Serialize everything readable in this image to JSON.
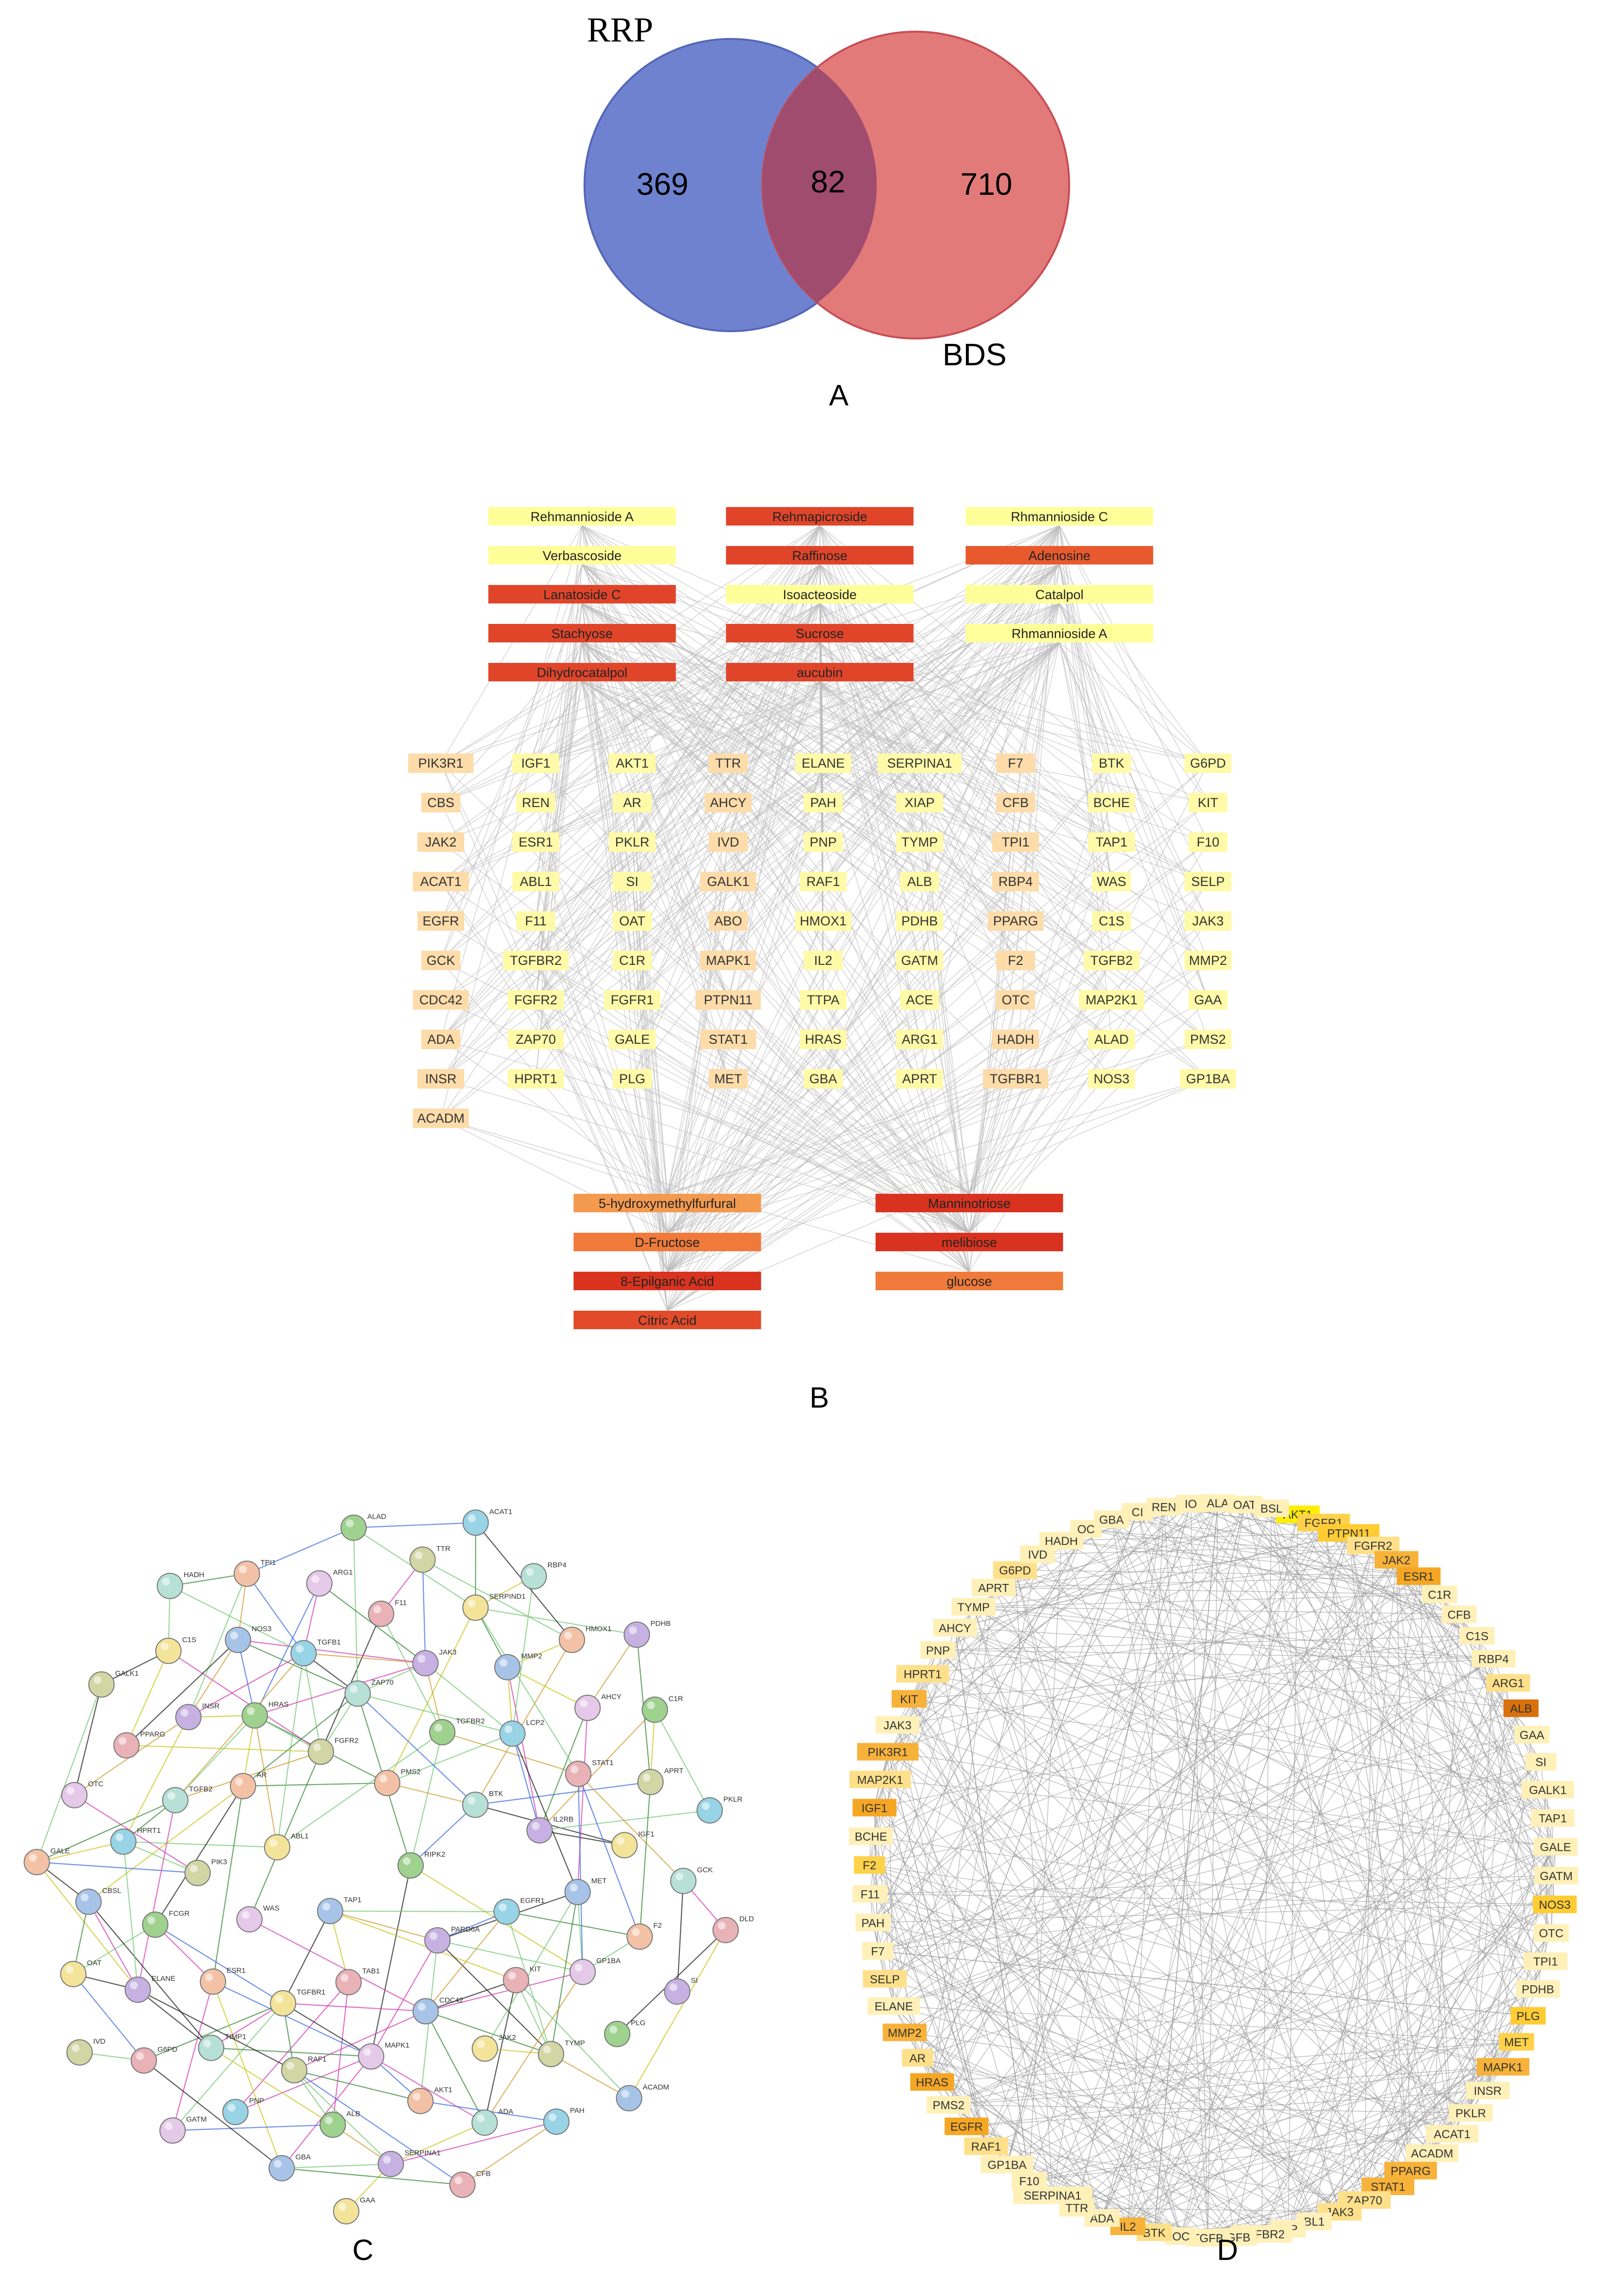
{
  "panelA": {
    "label": "A",
    "left_set": {
      "name": "RRP",
      "count": "369",
      "color": "#6f82d0"
    },
    "right_set": {
      "name": "BDS",
      "count": "710",
      "color": "#e27a7a"
    },
    "intersection": {
      "count": "82",
      "color": "#a04c6e"
    }
  },
  "panelB": {
    "label": "B",
    "top_compounds": [
      [
        {
          "name": "Rehmannioside A",
          "color": "#ffff99"
        },
        {
          "name": "Rehmapicroside",
          "color": "#e0452a"
        },
        {
          "name": "Rhmannioside C",
          "color": "#ffff99"
        }
      ],
      [
        {
          "name": "Verbascoside",
          "color": "#ffff99"
        },
        {
          "name": "Raffinose",
          "color": "#e0452a"
        },
        {
          "name": "Adenosine",
          "color": "#e85a2e"
        }
      ],
      [
        {
          "name": "Lanatoside C",
          "color": "#e0452a"
        },
        {
          "name": "Isoacteoside",
          "color": "#ffff99"
        },
        {
          "name": "Catalpol",
          "color": "#ffff99"
        }
      ],
      [
        {
          "name": "Stachyose",
          "color": "#e0452a"
        },
        {
          "name": "Sucrose",
          "color": "#e0452a"
        },
        {
          "name": "Rhmannioside A",
          "color": "#ffff99"
        }
      ],
      [
        {
          "name": "Dihydrocatalpol",
          "color": "#e0452a"
        },
        {
          "name": "aucubin",
          "color": "#e0452a"
        }
      ]
    ],
    "targets": [
      [
        "PIK3R1",
        "IGF1",
        "AKT1",
        "TTR",
        "ELANE",
        "SERPINA1",
        "F7",
        "BTK",
        "G6PD"
      ],
      [
        "CBS",
        "REN",
        "AR",
        "AHCY",
        "PAH",
        "XIAP",
        "CFB",
        "BCHE",
        "KIT"
      ],
      [
        "JAK2",
        "ESR1",
        "PKLR",
        "IVD",
        "PNP",
        "TYMP",
        "TPI1",
        "TAP1",
        "F10"
      ],
      [
        "ACAT1",
        "ABL1",
        "SI",
        "GALK1",
        "RAF1",
        "ALB",
        "RBP4",
        "WAS",
        "SELP"
      ],
      [
        "EGFR",
        "F11",
        "OAT",
        "ABO",
        "HMOX1",
        "PDHB",
        "PPARG",
        "C1S",
        "JAK3"
      ],
      [
        "GCK",
        "TGFBR2",
        "C1R",
        "MAPK1",
        "IL2",
        "GATM",
        "F2",
        "TGFB2",
        "MMP2"
      ],
      [
        "CDC42",
        "FGFR2",
        "FGFR1",
        "PTPN11",
        "TTPA",
        "ACE",
        "OTC",
        "MAP2K1",
        "GAA"
      ],
      [
        "ADA",
        "ZAP70",
        "GALE",
        "STAT1",
        "HRAS",
        "ARG1",
        "HADH",
        "ALAD",
        "PMS2"
      ],
      [
        "INSR",
        "HPRT1",
        "PLG",
        "MET",
        "GBA",
        "APRT",
        "TGFBR1",
        "NOS3",
        "GP1BA"
      ],
      [
        "ACADM"
      ]
    ],
    "bottom_compounds": [
      [
        {
          "name": "5-hydroxymethylfurfural",
          "color": "#f39a4f"
        },
        {
          "name": "Manninotriose",
          "color": "#d9331f"
        }
      ],
      [
        {
          "name": "D-Fructose",
          "color": "#ef7a3a"
        },
        {
          "name": "melibiose",
          "color": "#d9331f"
        }
      ],
      [
        {
          "name": "8-Epilganic Acid",
          "color": "#d9331f"
        },
        {
          "name": "glucose",
          "color": "#ef7a3a"
        }
      ],
      [
        {
          "name": "Citric Acid",
          "color": "#e24a2a"
        }
      ]
    ]
  },
  "panelC": {
    "label": "C",
    "nodes": [
      "RIPK2",
      "TAP1",
      "PMS2",
      "PARD6A",
      "ABL1",
      "BTK",
      "TAB1",
      "FGFR2",
      "EGFR1",
      "WAS",
      "TGFBR2",
      "CDC42",
      "AR",
      "IL2RB",
      "TGFBR1",
      "ZAP70",
      "KIT",
      "PIK3",
      "LCP2",
      "MAPK1",
      "HRAS",
      "MET",
      "ESR1",
      "JAK3",
      "JAK2",
      "TGFB2",
      "STAT1",
      "RAF1",
      "TGFB1",
      "GP1BA",
      "FCGR",
      "MMP2",
      "AKT1",
      "INSR",
      "IGF1",
      "TIMP1",
      "F11",
      "TYMP",
      "HPRT1",
      "AHCY",
      "ALB",
      "NOS3",
      "F2",
      "ELANE",
      "SERPIND1",
      "ADA",
      "PPARG",
      "APRT",
      "PNP",
      "ARG1",
      "PLG",
      "CBSL",
      "HMOX1",
      "SERPINA1",
      "C1S",
      "GCK",
      "G6PD",
      "TTR",
      "PAH",
      "OTC",
      "C1R",
      "GBA",
      "TPI1",
      "SI",
      "OAT",
      "RBP4",
      "CFB",
      "GALK1",
      "PKLR",
      "GATM",
      "ALAD",
      "ACADM",
      "GALE",
      "PDHB",
      "GAA",
      "HADH",
      "DLD",
      "IVD",
      "ACAT1"
    ]
  },
  "panelD": {
    "label": "D",
    "nodes": [
      {
        "name": "AKT1",
        "color": "#ffee00"
      },
      {
        "name": "FGFR1",
        "color": "#ffd24a"
      },
      {
        "name": "PTPN11",
        "color": "#ffcc33"
      },
      {
        "name": "FGFR2",
        "color": "#ffe08a"
      },
      {
        "name": "JAK2",
        "color": "#f7b23a"
      },
      {
        "name": "ESR1",
        "color": "#f5a623"
      },
      {
        "name": "C1R",
        "color": "#fff0b8"
      },
      {
        "name": "CFB",
        "color": "#fff0b8"
      },
      {
        "name": "C1S",
        "color": "#fff0b8"
      },
      {
        "name": "RBP4",
        "color": "#fff0b8"
      },
      {
        "name": "ARG1",
        "color": "#ffe08a"
      },
      {
        "name": "ALB",
        "color": "#d9700c"
      },
      {
        "name": "GAA",
        "color": "#fff0b8"
      },
      {
        "name": "SI",
        "color": "#fff0b8"
      },
      {
        "name": "GALK1",
        "color": "#fff0b8"
      },
      {
        "name": "TAP1",
        "color": "#fff0b8"
      },
      {
        "name": "GALE",
        "color": "#fff0b8"
      },
      {
        "name": "GATM",
        "color": "#fff0b8"
      },
      {
        "name": "NOS3",
        "color": "#ffcc33"
      },
      {
        "name": "OTC",
        "color": "#fff0b8"
      },
      {
        "name": "TPI1",
        "color": "#fff0b8"
      },
      {
        "name": "PDHB",
        "color": "#fff0b8"
      },
      {
        "name": "PLG",
        "color": "#ffcc33"
      },
      {
        "name": "MET",
        "color": "#ffd24a"
      },
      {
        "name": "MAPK1",
        "color": "#f7b23a"
      },
      {
        "name": "INSR",
        "color": "#fff0b8"
      },
      {
        "name": "PKLR",
        "color": "#fff0b8"
      },
      {
        "name": "ACAT1",
        "color": "#fff0b8"
      },
      {
        "name": "ACADM",
        "color": "#fff0b8"
      },
      {
        "name": "PPARG",
        "color": "#f7b23a"
      },
      {
        "name": "STAT1",
        "color": "#f7b23a"
      },
      {
        "name": "ZAP70",
        "color": "#ffe08a"
      },
      {
        "name": "JAK3",
        "color": "#ffe08a"
      },
      {
        "name": "BL1",
        "color": "#fff0b8"
      },
      {
        "name": "IAP",
        "color": "#fff0b8"
      },
      {
        "name": "TGFBR2",
        "color": "#fff0b8"
      },
      {
        "name": "TGFB",
        "color": "#fff0b8"
      },
      {
        "name": "TGFB",
        "color": "#fff0b8"
      },
      {
        "name": "OC",
        "color": "#fff0b8"
      },
      {
        "name": "BTK",
        "color": "#ffe08a"
      },
      {
        "name": "IL2",
        "color": "#f7b23a"
      },
      {
        "name": "ADA",
        "color": "#fff0b8"
      },
      {
        "name": "TTR",
        "color": "#fff0b8"
      },
      {
        "name": "SERPINA1",
        "color": "#fff0b8"
      },
      {
        "name": "F10",
        "color": "#fff0b8"
      },
      {
        "name": "GP1BA",
        "color": "#fff0b8"
      },
      {
        "name": "RAF1",
        "color": "#ffe08a"
      },
      {
        "name": "EGFR",
        "color": "#f5a623"
      },
      {
        "name": "PMS2",
        "color": "#fff0b8"
      },
      {
        "name": "HRAS",
        "color": "#f5a623"
      },
      {
        "name": "AR",
        "color": "#ffe08a"
      },
      {
        "name": "MMP2",
        "color": "#f7b23a"
      },
      {
        "name": "ELANE",
        "color": "#fff0b8"
      },
      {
        "name": "SELP",
        "color": "#ffe08a"
      },
      {
        "name": "F7",
        "color": "#fff0b8"
      },
      {
        "name": "PAH",
        "color": "#fff0b8"
      },
      {
        "name": "F11",
        "color": "#fff0b8"
      },
      {
        "name": "F2",
        "color": "#ffd24a"
      },
      {
        "name": "BCHE",
        "color": "#fff0b8"
      },
      {
        "name": "IGF1",
        "color": "#f5a623"
      },
      {
        "name": "MAP2K1",
        "color": "#ffe08a"
      },
      {
        "name": "PIK3R1",
        "color": "#f7b23a"
      },
      {
        "name": "JAK3",
        "color": "#fff0b8"
      },
      {
        "name": "KIT",
        "color": "#f7b23a"
      },
      {
        "name": "HPRT1",
        "color": "#ffe08a"
      },
      {
        "name": "PNP",
        "color": "#fff0b8"
      },
      {
        "name": "AHCY",
        "color": "#fff0b8"
      },
      {
        "name": "TYMP",
        "color": "#fff0b8"
      },
      {
        "name": "APRT",
        "color": "#fff0b8"
      },
      {
        "name": "G6PD",
        "color": "#ffe08a"
      },
      {
        "name": "IVD",
        "color": "#fff0b8"
      },
      {
        "name": "HADH",
        "color": "#fff0b8"
      },
      {
        "name": "OC",
        "color": "#fff0b8"
      },
      {
        "name": "GBA",
        "color": "#fff0b8"
      },
      {
        "name": "CI",
        "color": "#fff0b8"
      },
      {
        "name": "REN",
        "color": "#fff0b8"
      },
      {
        "name": "IO",
        "color": "#fff0b8"
      },
      {
        "name": "ALA",
        "color": "#fff0b8"
      },
      {
        "name": "OAT",
        "color": "#fff0b8"
      },
      {
        "name": "BSL",
        "color": "#fff0b8"
      }
    ]
  }
}
